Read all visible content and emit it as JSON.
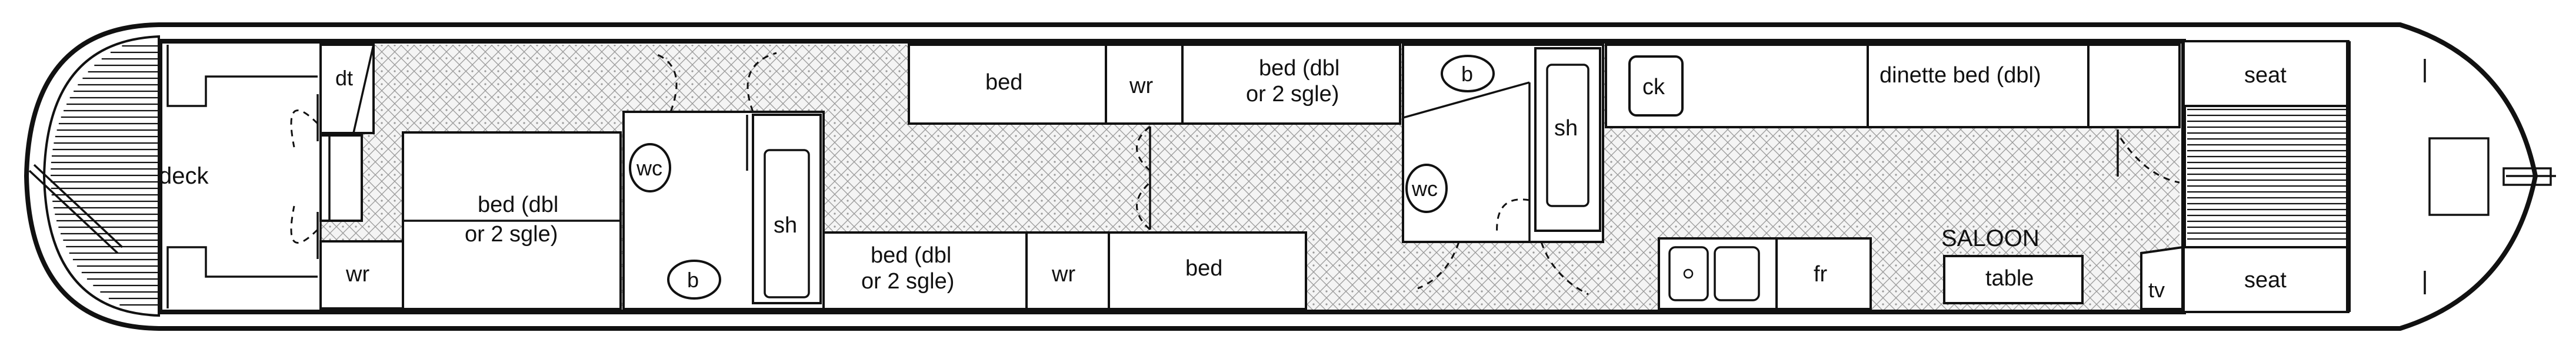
{
  "plan": {
    "labels": {
      "dt": "dt",
      "deck": "deck",
      "wr_stern": "wr",
      "bed_dbl_line1": "bed (dbl",
      "bed_dbl_line2": "or 2 sgle)",
      "wc_1": "wc",
      "b_1": "b",
      "sh_1": "sh",
      "bed_lower_line1": "bed (dbl",
      "bed_lower_line2": "or 2 sgle)",
      "wr_lower": "wr",
      "bed_lower_single": "bed",
      "bed_upper_single": "bed",
      "wr_upper": "wr",
      "bed_upper_line1": "bed (dbl",
      "bed_upper_line2": "or 2 sgle)",
      "b_2": "b",
      "sh_2": "sh",
      "wc_2": "wc",
      "ck": "ck",
      "dinette": "dinette bed (dbl)",
      "fr": "fr",
      "saloon": "SALOON",
      "table": "table",
      "tv": "tv",
      "seat_top": "seat",
      "seat_bottom": "seat"
    }
  }
}
